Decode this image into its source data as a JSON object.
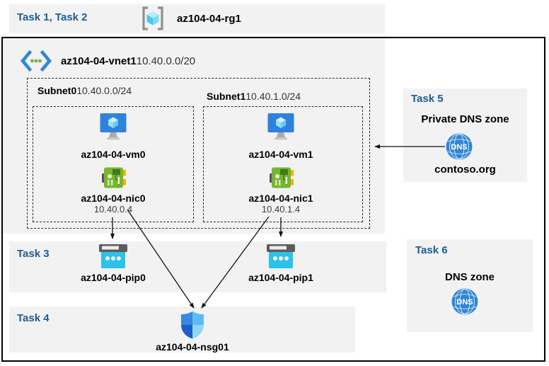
{
  "resource_group": {
    "tasks": "Task 1, Task 2",
    "name": "az104-04-rg1"
  },
  "vnet": {
    "name": "az104-04-vnet1",
    "cidr": "10.40.0.0/20"
  },
  "subnets": [
    {
      "name": "Subnet0",
      "cidr": "10.40.0.0/24",
      "vm_name": "az104-04-vm0",
      "nic_name": "az104-04-nic0",
      "nic_ip": "10.40.0.4"
    },
    {
      "name": "Subnet1",
      "cidr": "10.40.1.0/24",
      "vm_name": "az104-04-vm1",
      "nic_name": "az104-04-nic1",
      "nic_ip": "10.40.1.4"
    }
  ],
  "task3": {
    "label": "Task 3",
    "pips": [
      "az104-04-pip0",
      "az104-04-pip1"
    ]
  },
  "task4": {
    "label": "Task 4",
    "nsg_name": "az104-04-nsg01"
  },
  "task5": {
    "label": "Task 5",
    "title": "Private DNS zone",
    "zone_name": "contoso.org",
    "icon_text": "DNS"
  },
  "task6": {
    "label": "Task 6",
    "title": "DNS zone",
    "icon_text": "DNS"
  },
  "colors": {
    "task_label_blue": "#1d5b98",
    "band_gray": "#f2f2f2",
    "vm_blue": "#2f82dc",
    "nic_green": "#74b62e",
    "pip_cyan": "#2cc3ea",
    "dns_blue": "#2f85d6",
    "nsg_blue": "#2a7de1",
    "arrow_black": "#111111"
  }
}
